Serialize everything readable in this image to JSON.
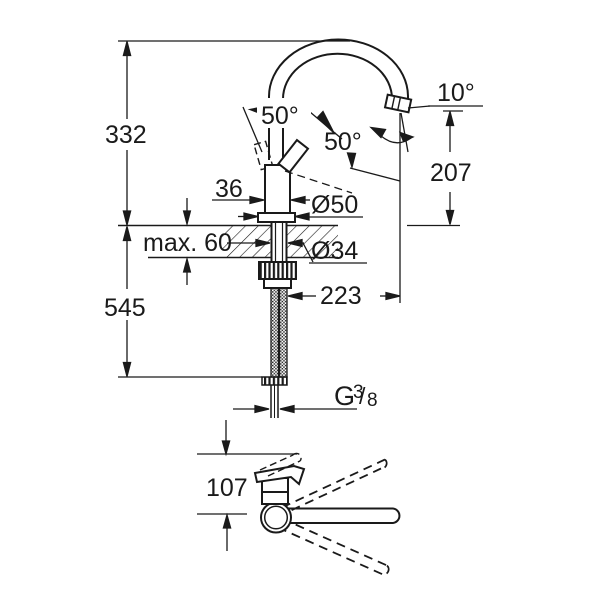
{
  "diagram": {
    "title": "Kitchen faucet technical dimension drawing",
    "background": "#ffffff",
    "line_color": "#1a1a1a",
    "dimensions": {
      "height_to_counter": "332",
      "total_height": "545",
      "max_counter_thickness": "max. 60",
      "body_width": "36",
      "base_diameter": "Ø50",
      "hole_diameter": "Ø34",
      "spout_reach": "223",
      "outlet_height": "207",
      "spout_end_angle": "10°",
      "lever_swivel_angle": "50°",
      "lever_open_angle": "50°",
      "handle_zone_height": "107",
      "thread": {
        "prefix": "G",
        "sup": "3",
        "slash": "/",
        "sub": "8"
      }
    }
  }
}
